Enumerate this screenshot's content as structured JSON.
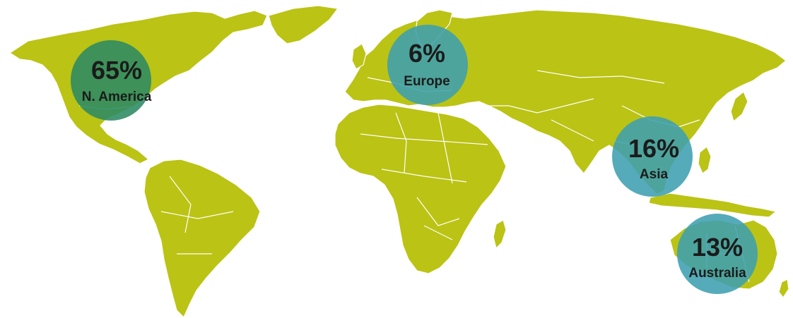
{
  "colors": {
    "land": "#bbc314",
    "border": "#ffffff",
    "bubble_green": "#2b8a63",
    "bubble_teal": "#3d9fb0",
    "label": "#1b1b1b"
  },
  "regions": [
    {
      "id": "north-america",
      "percent": "65%",
      "name": "N. America",
      "value": 65
    },
    {
      "id": "europe",
      "percent": "6%",
      "name": "Europe",
      "value": 6
    },
    {
      "id": "asia",
      "percent": "16%",
      "name": "Asia",
      "value": 16
    },
    {
      "id": "australia",
      "percent": "13%",
      "name": "Australia",
      "value": 13
    }
  ]
}
